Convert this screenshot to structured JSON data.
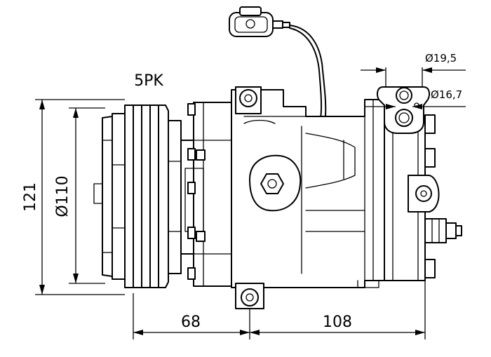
{
  "labels": {
    "belt": "5PK",
    "height_overall": "121",
    "pulley_dia": "Ø110",
    "depth_front": "68",
    "depth_body": "108",
    "port_outer_dia": "Ø19,5",
    "port_inner_dia": "Ø16,7"
  }
}
